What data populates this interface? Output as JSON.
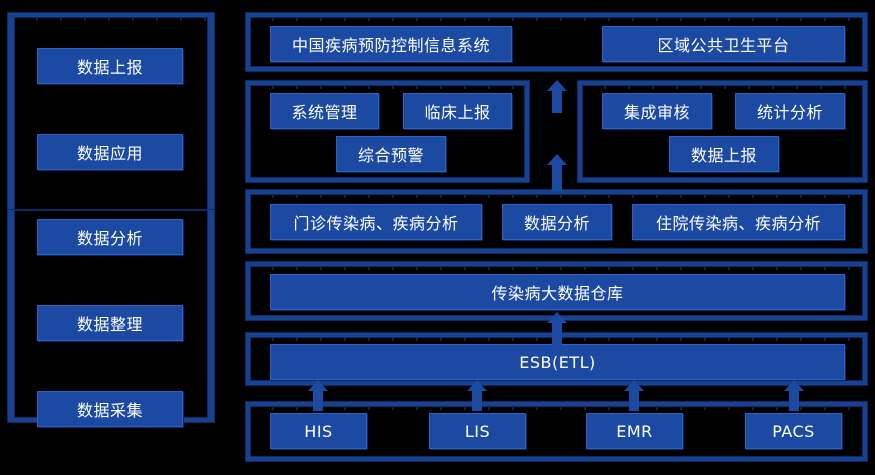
{
  "colors": {
    "background": "#000000",
    "box_fill": "#1c4aa3",
    "frame_border": "#17428f",
    "text": "#ffffff"
  },
  "left_column": {
    "items": [
      {
        "label": "数据上报"
      },
      {
        "label": "数据应用"
      },
      {
        "label": "数据分析"
      },
      {
        "label": "数据整理"
      },
      {
        "label": "数据采集"
      }
    ]
  },
  "layers": {
    "reporting": {
      "items": [
        {
          "label": "中国疾病预防控制信息系统"
        },
        {
          "label": "区域公共卫生平台"
        }
      ]
    },
    "application_left": {
      "items": [
        {
          "label": "系统管理"
        },
        {
          "label": "临床上报"
        },
        {
          "label": "综合预警"
        }
      ]
    },
    "application_right": {
      "items": [
        {
          "label": "集成审核"
        },
        {
          "label": "统计分析"
        },
        {
          "label": "数据上报"
        }
      ]
    },
    "analysis": {
      "items": [
        {
          "label": "门诊传染病、疾病分析"
        },
        {
          "label": "数据分析"
        },
        {
          "label": "住院传染病、疾病分析"
        }
      ]
    },
    "warehouse": {
      "label": "传染病大数据仓库"
    },
    "integration": {
      "label": "ESB(ETL)"
    },
    "sources": {
      "items": [
        {
          "label": "HIS"
        },
        {
          "label": "LIS"
        },
        {
          "label": "EMR"
        },
        {
          "label": "PACS"
        }
      ]
    }
  }
}
